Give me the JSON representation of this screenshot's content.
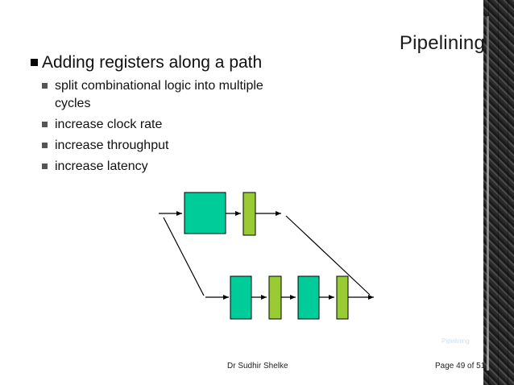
{
  "slide": {
    "title": "Pipelining",
    "bullets": [
      {
        "text": "Adding registers along a path",
        "sub": [
          "split combinational logic into multiple cycles",
          "increase clock rate",
          "increase throughput",
          "increase latency"
        ]
      }
    ],
    "footer": {
      "author": "Dr Sudhir Shelke",
      "page": "Page 49 of 51",
      "ghost_text": "Pipelining"
    },
    "colors": {
      "logic_block": "#00CC99",
      "register": "#99CC33",
      "stroke": "#000000"
    },
    "icons": [
      "bullet-square-icon",
      "arrow-icon"
    ]
  }
}
